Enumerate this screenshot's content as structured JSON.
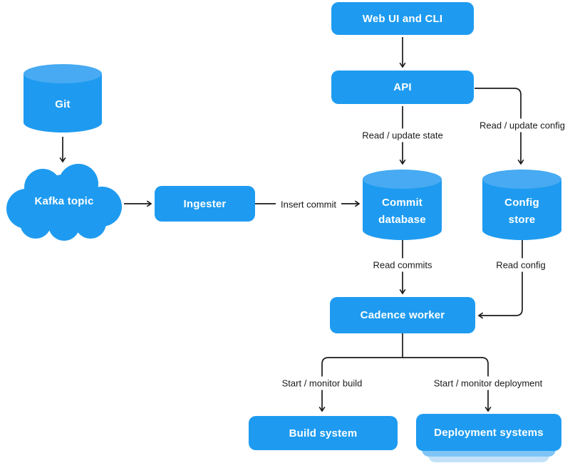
{
  "diagram": {
    "type": "architecture-flow",
    "colors": {
      "background": "#ffffff",
      "node_fill": "#1e9bf0",
      "cylinder_top_fill": "#47aaf2",
      "stack_layer_mid_fill": "#7fc4f5",
      "stack_layer_light_fill": "#c3e2f9",
      "arrow": "#1a1a1a",
      "node_text": "#ffffff",
      "edge_label_text": "#1a1a1a"
    },
    "nodes": {
      "webui": {
        "shape": "rect",
        "label": "Web UI and CLI"
      },
      "api": {
        "shape": "rect",
        "label": "API"
      },
      "git": {
        "shape": "cylinder",
        "label": "Git"
      },
      "kafka": {
        "shape": "cloud",
        "label": "Kafka topic"
      },
      "ingester": {
        "shape": "rect",
        "label": "Ingester"
      },
      "commit_db": {
        "shape": "cylinder",
        "line1": "Commit",
        "line2": "database"
      },
      "config_store": {
        "shape": "cylinder",
        "line1": "Config",
        "line2": "store"
      },
      "cadence": {
        "shape": "rect",
        "label": "Cadence worker"
      },
      "build": {
        "shape": "rect",
        "label": "Build system"
      },
      "deploy": {
        "shape": "rect-stack",
        "label": "Deployment systems"
      }
    },
    "edge_labels": {
      "api_commit": "Read / update state",
      "api_config": "Read / update config",
      "ingester_commit": "Insert commit",
      "commit_cadence": "Read commits",
      "config_cadence": "Read config",
      "cadence_build": "Start / monitor build",
      "cadence_deploy": "Start / monitor deployment"
    }
  }
}
